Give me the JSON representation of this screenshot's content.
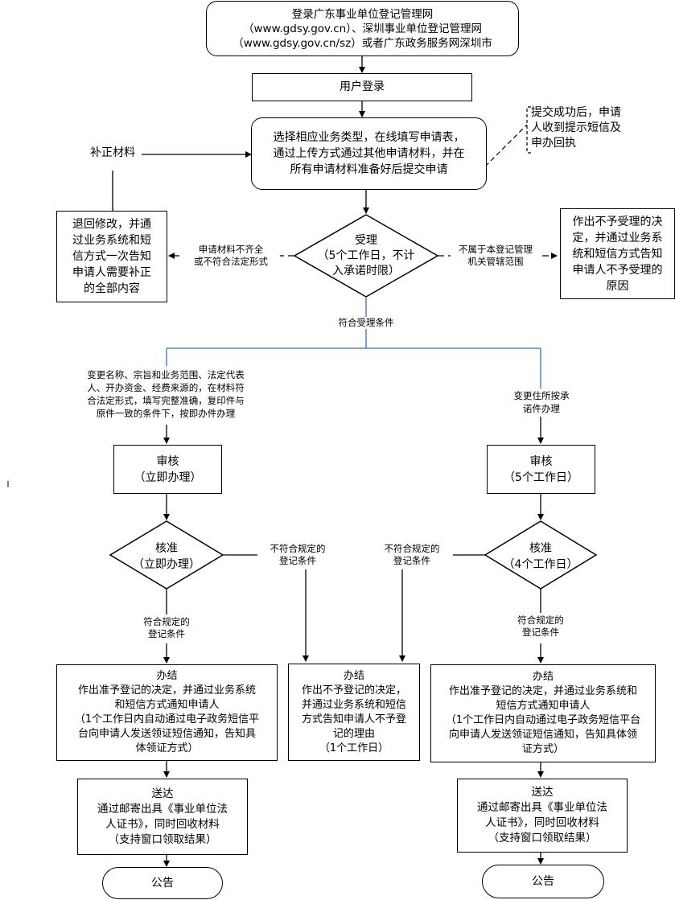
{
  "start": {
    "lines": [
      "登录广东事业单位登记管理网",
      "（www.gdsy.gov.cn）、深圳事业单位登记管理网",
      "（www.gdsy.gov.cn/sz）或者广东政务服务网深圳市"
    ]
  },
  "login": {
    "label": "用户登录"
  },
  "apply": {
    "lines": [
      "选择相应业务类型，在线填写申请表，",
      "通过上传方式通过其他申请材料，并在",
      "所有申请材料准备好后提交申请"
    ]
  },
  "notice_submit": {
    "lines": [
      "提交成功后，申请",
      "人收到提示短信及",
      "申办回执"
    ]
  },
  "supplement": {
    "label": "补正材料"
  },
  "return_box": {
    "lines": [
      "退回修改，并通",
      "过业务系统和短",
      "信方式一次告知",
      "申请人需要补正",
      "的全部内容"
    ]
  },
  "acceptance": {
    "lines": [
      "受理",
      "（5个工作日，不计",
      "入承诺时限）"
    ]
  },
  "label_incomplete": {
    "lines": [
      "申请材料不齐全",
      "或不符合法定形式"
    ]
  },
  "label_out_scope": {
    "lines": [
      "不属于本登记管理",
      "机关管辖范围"
    ]
  },
  "reject_box": {
    "lines": [
      "作出不予受理的决",
      "定，并通过业务系",
      "统和短信方式告知",
      "申请人不予受理的",
      "原因"
    ]
  },
  "label_meets": {
    "text": "符合受理条件"
  },
  "label_left_branch": {
    "lines": [
      "变更名称、宗旨和业务范围、法定代表",
      "人、开办资金、经费来源的，在材料符",
      "合法定形式，填写完整准确，复印件与",
      "原件一致的条件下，按即办件办理"
    ]
  },
  "label_right_branch": {
    "lines": [
      "变更住所按承",
      "诺件办理"
    ]
  },
  "review_left": {
    "lines": [
      "审核",
      "（立即办理）"
    ]
  },
  "review_right": {
    "lines": [
      "审核",
      "（5个工作日）"
    ]
  },
  "approve_left": {
    "lines": [
      "核准",
      "（立即办理）"
    ]
  },
  "approve_right": {
    "lines": [
      "核准",
      "（4个工作日）"
    ]
  },
  "label_noncompliant_left": {
    "lines": [
      "不符合规定的",
      "登记条件"
    ]
  },
  "label_noncompliant_right": {
    "lines": [
      "不符合规定的",
      "登记条件"
    ]
  },
  "label_compliant_left": {
    "lines": [
      "符合规定的",
      "登记条件"
    ]
  },
  "label_compliant_right": {
    "lines": [
      "符合规定的",
      "登记条件"
    ]
  },
  "finish_left": {
    "lines": [
      "办结",
      "作出准予登记的决定，并通过业务系统",
      "和短信方式通知申请人",
      "（1个工作日内自动通过电子政务短信平",
      "台向申请人发送领证短信通知，告知具",
      "体领证方式）"
    ]
  },
  "finish_middle": {
    "lines": [
      "办结",
      "作出不予登记的决定，",
      "并通过业务系统和短信",
      "方式告知申请人不予登",
      "记的理由",
      "（1个工作日）"
    ]
  },
  "finish_right": {
    "lines": [
      "办结",
      "作出准予登记的决定，并通过业务系统和",
      "短信方式通知申请人",
      "（1个工作日内自动通过电子政务短信平台",
      "向申请人发送领证短信通知，告知具体领",
      "证方式）"
    ]
  },
  "deliver_left": {
    "lines": [
      "送达",
      "通过邮寄出具《事业单位法",
      "人证书》，同时回收材料",
      "（支持窗口领取结果）"
    ]
  },
  "deliver_right": {
    "lines": [
      "送达",
      "通过邮寄出具《事业单位法",
      "人证书》，同时回收材料",
      "（支持窗口领取结果）"
    ]
  },
  "announce_left": {
    "label": "公告"
  },
  "announce_right": {
    "label": "公告"
  },
  "colors": {
    "line": "#000000",
    "blue_line": "#3a6fb0"
  }
}
